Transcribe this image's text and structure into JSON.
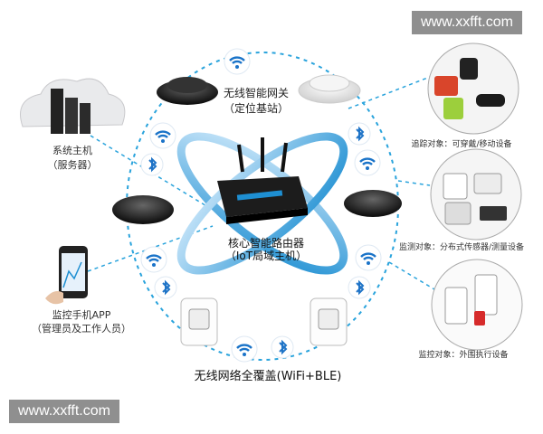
{
  "watermark_top": "www.xxfft.com",
  "watermark_bottom": "www.xxfft.com",
  "server": {
    "line1": "系统主机",
    "line2": "（服务器）"
  },
  "gateway": {
    "line1": "无线智能网关",
    "line2": "（定位基站）"
  },
  "router": {
    "line1": "核心智能路由器",
    "line2": "（IoT局域主机）"
  },
  "app": {
    "line1": "监控手机APP",
    "line2": "（管理员及工作人员）"
  },
  "network": {
    "label": "无线网络全覆盖(WiFi+BLE)"
  },
  "targets": {
    "wearable": "追踪对象：可穿戴/移动设备",
    "sensor": "监测对象：分布式传感器/测量设备",
    "actuator": "监控对象：外围执行设备"
  },
  "colors": {
    "ring": "#29a3dc",
    "swirl": "#1e8fd2",
    "wifi": "#1a73c8",
    "bt": "#1f74c7",
    "watermark": "#8f8f8f"
  },
  "icons": [
    "wifi-icon",
    "bluetooth-icon",
    "server-icon",
    "gateway-icon",
    "router-icon",
    "smartphone-icon",
    "smart-plug-icon"
  ]
}
